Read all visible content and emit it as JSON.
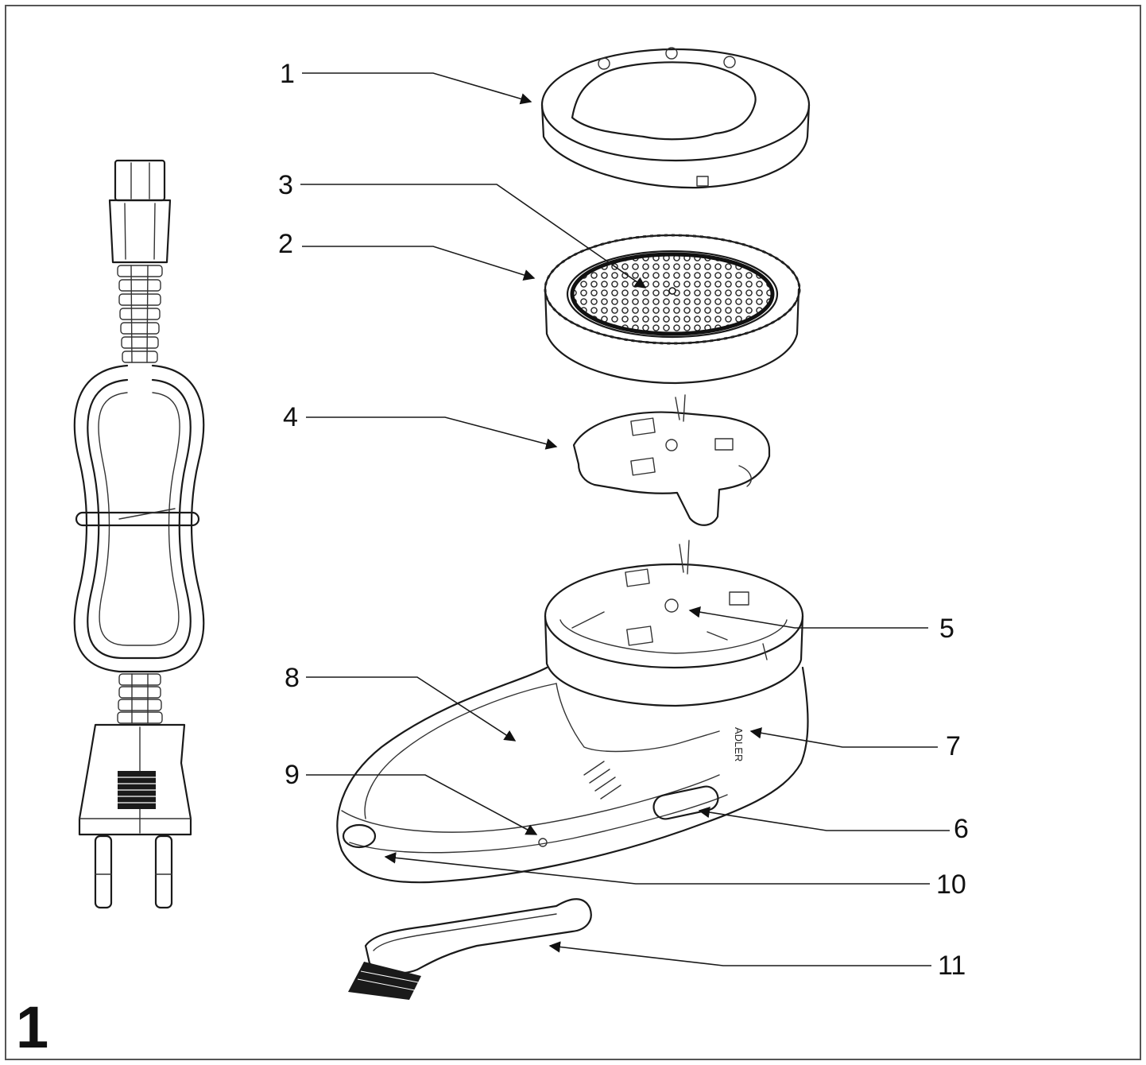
{
  "figure_number": "1",
  "brand_text": "ADLER",
  "callouts": [
    {
      "id": "1",
      "text": "1"
    },
    {
      "id": "2",
      "text": "2"
    },
    {
      "id": "3",
      "text": "3"
    },
    {
      "id": "4",
      "text": "4"
    },
    {
      "id": "5",
      "text": "5"
    },
    {
      "id": "6",
      "text": "6"
    },
    {
      "id": "7",
      "text": "7"
    },
    {
      "id": "8",
      "text": "8"
    },
    {
      "id": "9",
      "text": "9"
    },
    {
      "id": "10",
      "text": "10"
    },
    {
      "id": "11",
      "text": "11"
    }
  ]
}
